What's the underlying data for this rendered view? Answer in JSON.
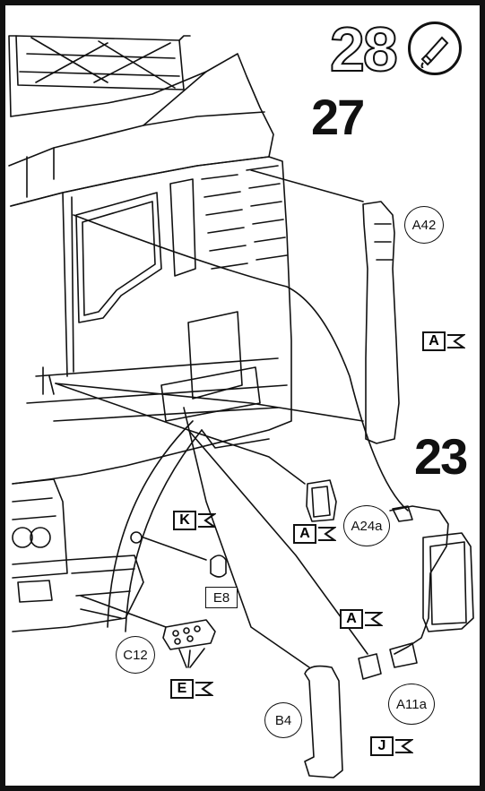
{
  "step": {
    "number": "28",
    "icon": "glue-tube-icon"
  },
  "references": {
    "step_27": "27",
    "step_23": "23"
  },
  "parts": {
    "a42": "A42",
    "a24a": "A24a",
    "a11a": "A11a",
    "e8": "E8",
    "c12": "C12",
    "b4": "B4"
  },
  "flags": {
    "a_upper": "A",
    "a_middle": "A",
    "a_lower": "A",
    "k": "K",
    "e": "E",
    "j": "J"
  },
  "colors": {
    "ink": "#111111",
    "paper": "#ffffff"
  }
}
